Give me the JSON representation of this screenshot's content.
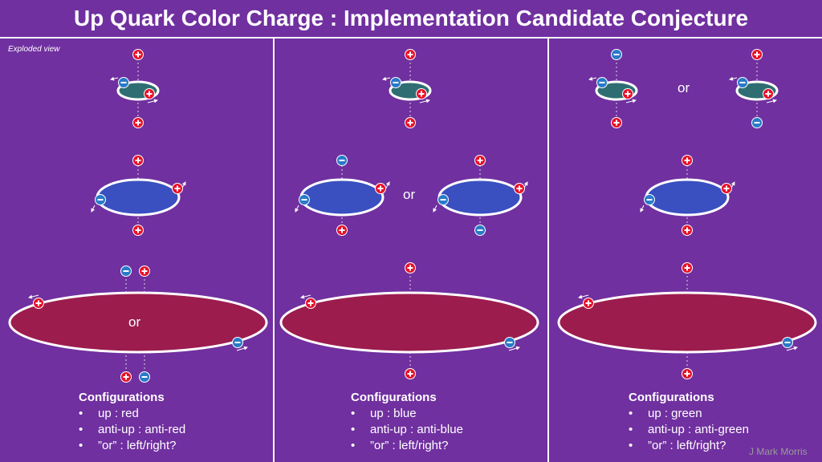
{
  "title": "Up Quark Color Charge : Implementation Candidate Conjecture",
  "exploded_label": "Exploded view",
  "or_label": "or",
  "author": "J Mark Morris",
  "colors": {
    "background": "#7030a0",
    "small_orbit": "#2e6e72",
    "mid_orbit": "#3a4fc0",
    "large_orbit": "#9c1c4e",
    "positive_charge": "#e8102a",
    "negative_charge": "#2a7ac8"
  },
  "panels": [
    {
      "name": "red",
      "config_title": "Configurations",
      "items": [
        "up : red",
        "anti-up : anti-red",
        "”or” : left/right?"
      ]
    },
    {
      "name": "blue",
      "config_title": "Configurations",
      "items": [
        "up : blue",
        "anti-up : anti-blue",
        "”or” : left/right?"
      ]
    },
    {
      "name": "green",
      "config_title": "Configurations",
      "items": [
        "up : green",
        "anti-up : anti-green",
        "”or” : left/right?"
      ]
    }
  ]
}
